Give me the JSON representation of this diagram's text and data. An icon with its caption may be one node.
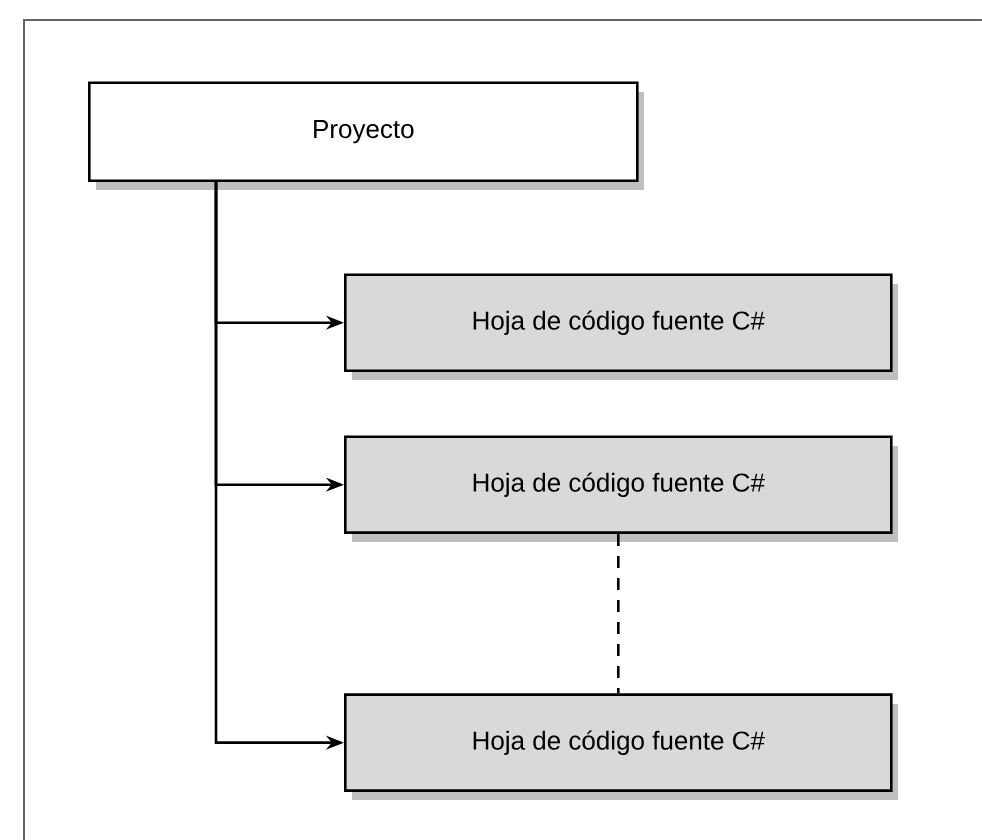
{
  "diagram": {
    "nodes": [
      {
        "text": [
          "Proyecto"
        ]
      },
      {
        "text": [
          "Hoja de código fuente C#"
        ]
      },
      {
        "text": [
          "Hoja de código fuente C#"
        ]
      },
      {
        "text": [
          "Hoja de código fuente C#"
        ]
      }
    ],
    "edges": [
      {
        "from": 0,
        "to": 1,
        "arrow": "to"
      },
      {
        "from": 0,
        "to": 2,
        "arrow": "to"
      },
      {
        "from": 0,
        "to": 3,
        "arrow": "to"
      },
      {
        "from": 2,
        "to": 3,
        "arrow": "none",
        "style": "dashed"
      }
    ]
  }
}
